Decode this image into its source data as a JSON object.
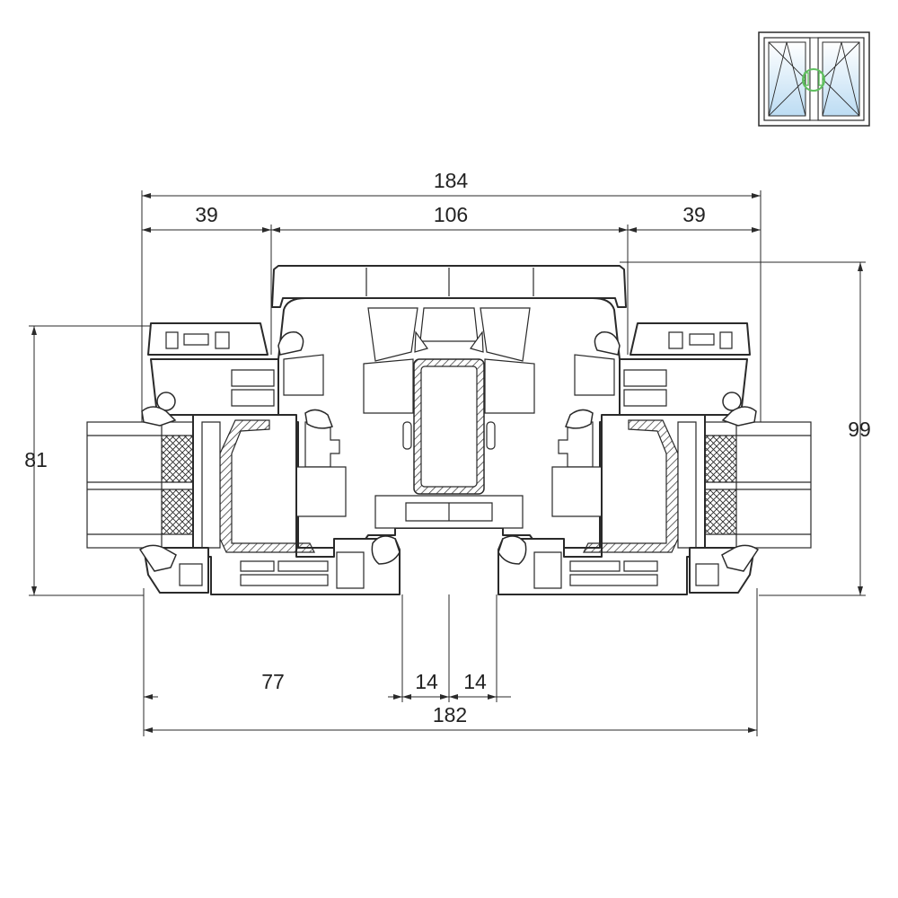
{
  "dimensions": {
    "overall_top": "184",
    "left_top": "39",
    "center_top": "106",
    "right_top": "39",
    "left_height": "81",
    "right_height": "99",
    "bottom_left": "77",
    "bottom_gap_left": "14",
    "bottom_gap_right": "14",
    "overall_bottom": "182"
  },
  "thumbnail": {
    "icon": "double-window-icon",
    "accent_color": "#5fbf5f",
    "glass_color": "#cfe6f7"
  },
  "colors": {
    "stroke": "#2a2a2a",
    "background": "#ffffff"
  }
}
